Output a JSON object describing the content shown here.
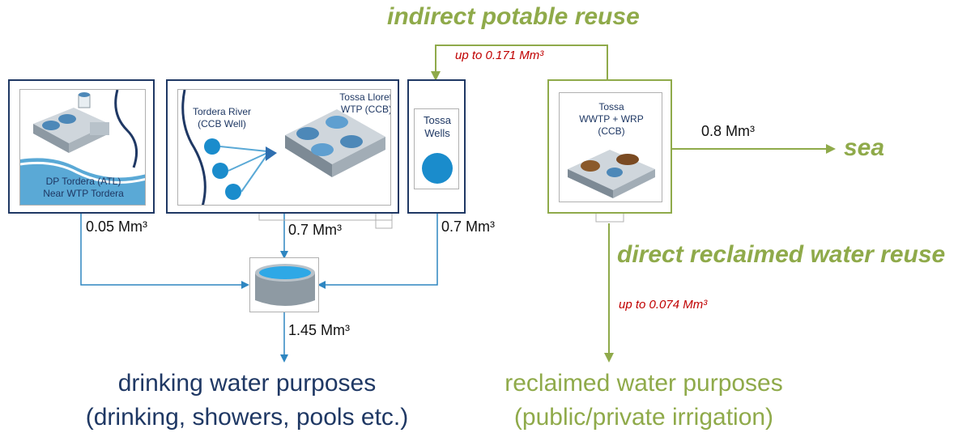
{
  "sources": {
    "dp_tordera": {
      "label_line1": "DP Tordera (ATL)",
      "label_line2": "Near WTP Tordera",
      "flow": "0.05 Mm³"
    },
    "tordera_river": {
      "river_line1": "Tordera River",
      "river_line2": "(CCB Well)",
      "wtp_line1": "Tossa Lloret",
      "wtp_line2": "WTP (CCB)",
      "flow": "0.7 Mm³"
    },
    "tossa_wells": {
      "label_line1": "Tossa",
      "label_line2": "Wells",
      "flow": "0.7 Mm³"
    }
  },
  "reservoir": {
    "out_flow": "1.45 Mm³"
  },
  "drinking_output": {
    "line1": "drinking water purposes",
    "line2": "(drinking, showers, pools etc.)"
  },
  "wwtp": {
    "line1": "Tossa",
    "line2": "WWTP + WRP",
    "line3": "(CCB)",
    "sea_flow": "0.8 Mm³"
  },
  "indirect_reuse": {
    "title": "indirect potable reuse",
    "note": "up to 0.171 Mm³"
  },
  "direct_reuse": {
    "title": "direct reclaimed water reuse",
    "note": "up to 0.074 Mm³"
  },
  "sea": {
    "label": "sea"
  },
  "reclaimed_output": {
    "line1": "reclaimed water purposes",
    "line2": "(public/private irrigation)"
  },
  "colors": {
    "navy": "#1f3864",
    "olive": "#8faa4a",
    "arrow_blue": "#2e86c1",
    "red_note": "#c00000"
  }
}
